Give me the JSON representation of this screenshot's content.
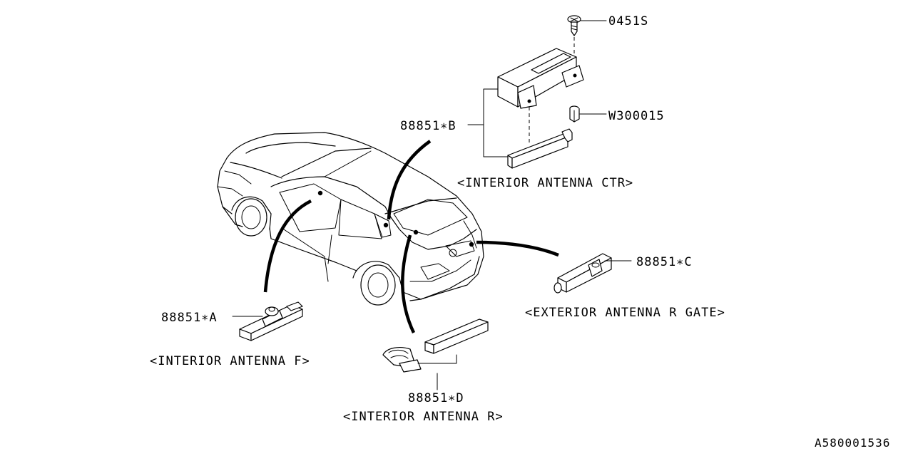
{
  "callouts": {
    "bolt": "0451S",
    "nut": "W300015",
    "part_b": "88851∗B",
    "part_a": "88851∗A",
    "part_c": "88851∗C",
    "part_d": "88851∗D"
  },
  "captions": {
    "ctr": "<INTERIOR ANTENNA CTR>",
    "front": "<INTERIOR ANTENNA F>",
    "rear_gate": "<EXTERIOR ANTENNA R GATE>",
    "rear": "<INTERIOR ANTENNA R>"
  },
  "diagram_id": "A580001536"
}
